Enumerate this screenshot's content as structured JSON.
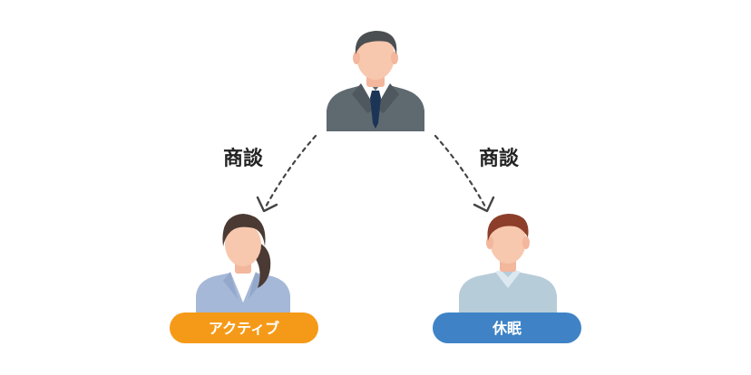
{
  "edges": [
    {
      "from": "manager",
      "to": "active-customer",
      "label": "商談"
    },
    {
      "from": "manager",
      "to": "dormant-customer",
      "label": "商談"
    }
  ],
  "nodes": {
    "active": {
      "label": "アクティブ",
      "color": "#f59a18"
    },
    "dormant": {
      "label": "休眠",
      "color": "#3f83c6"
    }
  },
  "colors": {
    "manager_suit": "#5f6a70",
    "manager_tie": "#1c3557",
    "woman_jacket": "#a6b8d8",
    "woman_hair": "#4a3a33",
    "man_shirt": "#b7ccd9",
    "man_hair": "#8c3e2a",
    "skin": "#f7c7ae"
  }
}
